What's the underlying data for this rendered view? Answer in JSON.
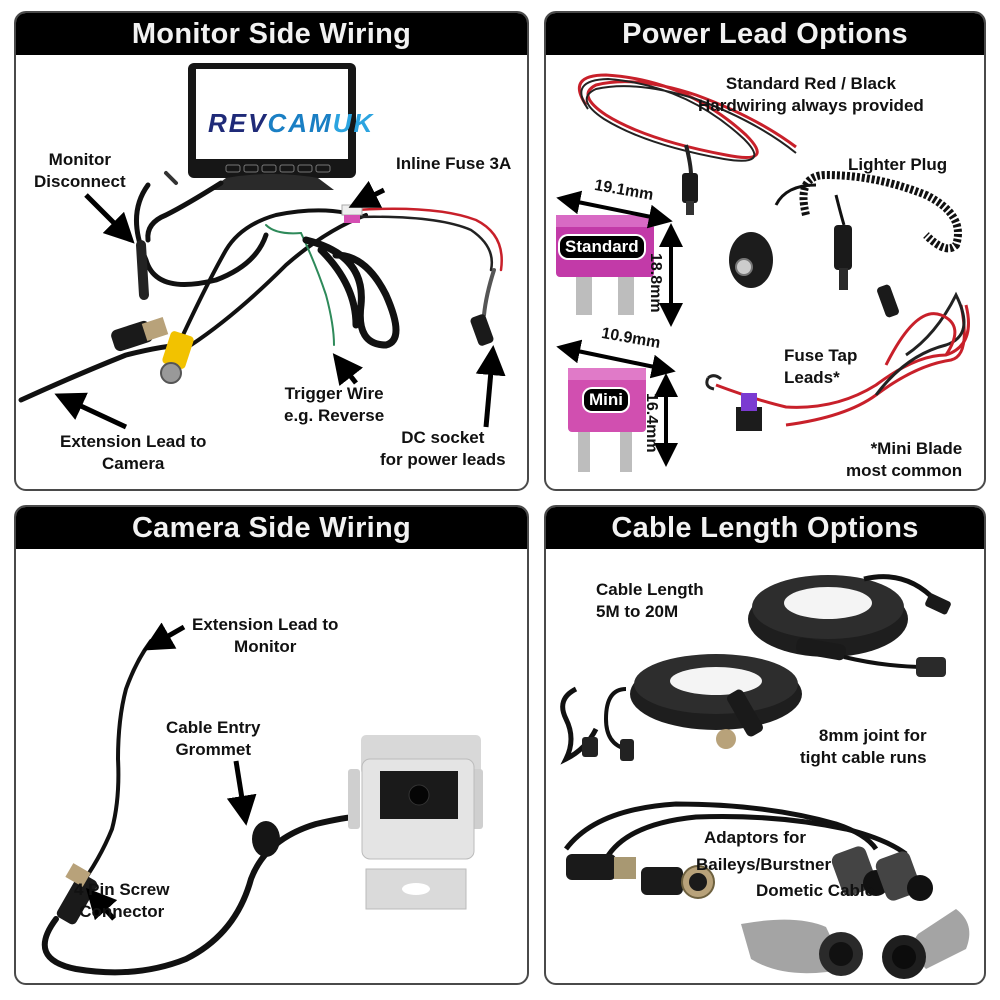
{
  "colors": {
    "header_bg": "#000000",
    "header_text": "#f2f2f2",
    "panel_border": "#4a4a4a",
    "logo_dark_blue": "#1f2a78",
    "logo_mid_blue": "#1a7fc4",
    "logo_light_blue": "#2ca4e0",
    "fuse_pink": "#c23aa8",
    "wire_red": "#c8202a",
    "wire_green": "#2e8a5a",
    "connector_yellow": "#f2c200"
  },
  "panels": {
    "monitor_side": {
      "title": "Monitor Side Wiring",
      "logo": {
        "part1": "REV",
        "part2": "CAM",
        "part3": "UK"
      },
      "labels": {
        "monitor_disconnect": [
          "Monitor",
          "Disconnect"
        ],
        "inline_fuse": "Inline Fuse 3A",
        "trigger_wire": [
          "Trigger Wire",
          "e.g. Reverse"
        ],
        "extension_lead": [
          "Extension Lead to",
          "Camera"
        ],
        "dc_socket": [
          "DC socket",
          "for power leads"
        ]
      }
    },
    "power_lead": {
      "title": "Power Lead Options",
      "labels": {
        "standard_hardwiring": [
          "Standard Red / Black",
          "Hardwiring always provided"
        ],
        "lighter_plug": "Lighter Plug",
        "fuse_tap": [
          "Fuse Tap",
          "Leads*"
        ],
        "mini_blade_note": [
          "*Mini Blade",
          "most common"
        ]
      },
      "fuses": {
        "standard": {
          "name": "Standard",
          "width": "19.1mm",
          "height": "18.8mm"
        },
        "mini": {
          "name": "Mini",
          "width": "10.9mm",
          "height": "16.4mm"
        }
      }
    },
    "camera_side": {
      "title": "Camera Side Wiring",
      "labels": {
        "extension_lead": [
          "Extension Lead to",
          "Monitor"
        ],
        "cable_grommet": [
          "Cable Entry",
          "Grommet"
        ],
        "screw_connector": [
          "4 Pin Screw",
          "Connector"
        ]
      }
    },
    "cable_length": {
      "title": "Cable Length Options",
      "labels": {
        "cable_length": [
          "Cable Length",
          "5M to 20M"
        ],
        "joint": [
          "8mm joint for",
          "tight cable runs"
        ],
        "adaptors": [
          "Adaptors for",
          "Baileys/Burstner",
          "Dometic Cable"
        ]
      }
    }
  }
}
